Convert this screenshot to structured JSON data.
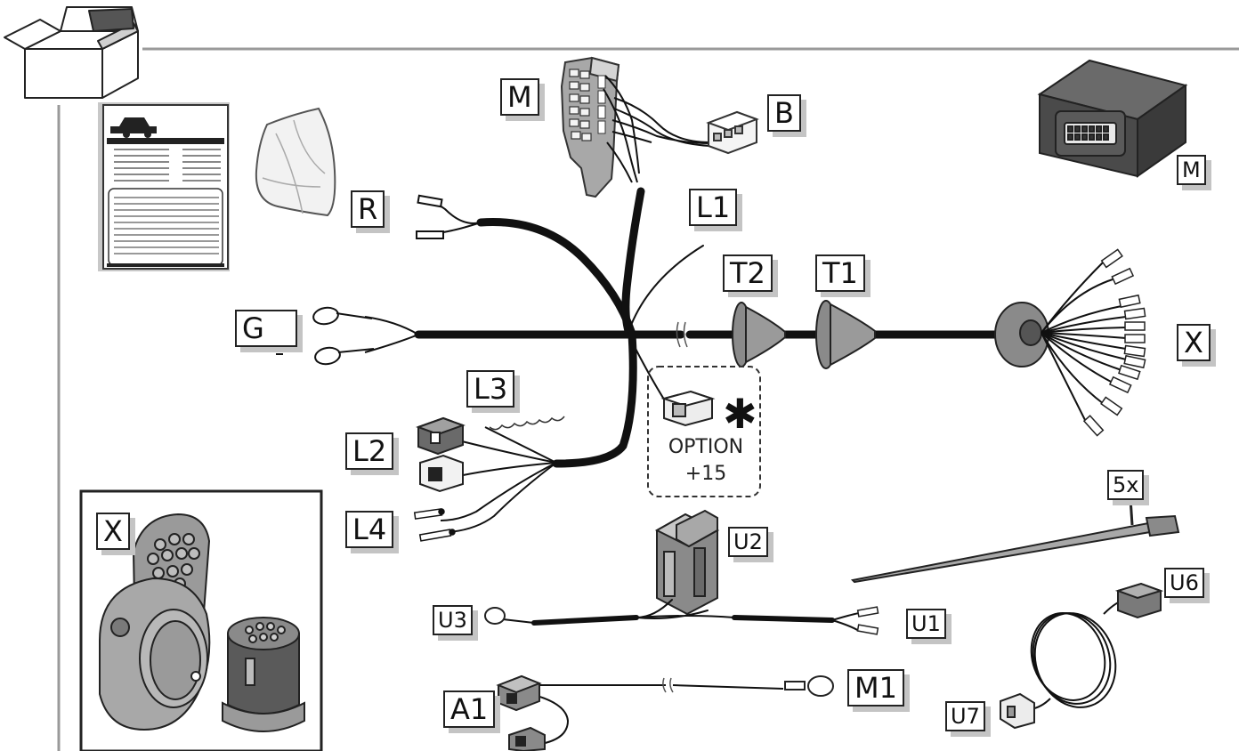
{
  "labels": {
    "M_top": "M",
    "B": "B",
    "M_module": "M",
    "R": "R",
    "L1": "L1",
    "T2": "T2",
    "T1": "T1",
    "G": "G",
    "X_socket": "X",
    "L3": "L3",
    "L2": "L2",
    "L4": "L4",
    "X_box": "X",
    "U2": "U2",
    "count_5x": "5x",
    "U3": "U3",
    "U1": "U1",
    "U6": "U6",
    "A1": "A1",
    "M1": "M1",
    "U7": "U7"
  },
  "option": {
    "line1": "OPTION",
    "line2": "+15",
    "marker": "✱"
  },
  "colors": {
    "wire": "#111111",
    "part_gray": "#9a9a9a",
    "module_dark": "#4a4a4a",
    "label_shadow": "#c4c4c4"
  }
}
